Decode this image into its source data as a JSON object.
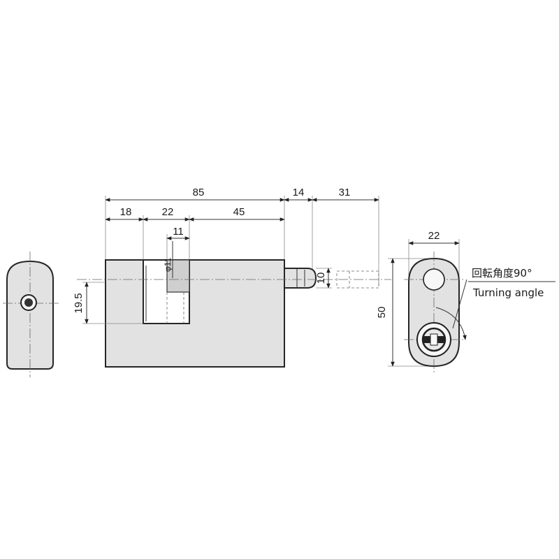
{
  "dimensions": {
    "overall_length": "85",
    "segment_a": "18",
    "segment_b": "22",
    "segment_c": "45",
    "shackle_width": "11",
    "shackle_dia": "φ11",
    "pin_exposed": "14",
    "pin_travel": "31",
    "pin_dia": "10",
    "slot_height": "19.5",
    "end_width": "22",
    "body_height": "50"
  },
  "annotations": {
    "turning_angle_jp": "回転角度90°",
    "turning_angle_en": "Turning angle"
  }
}
